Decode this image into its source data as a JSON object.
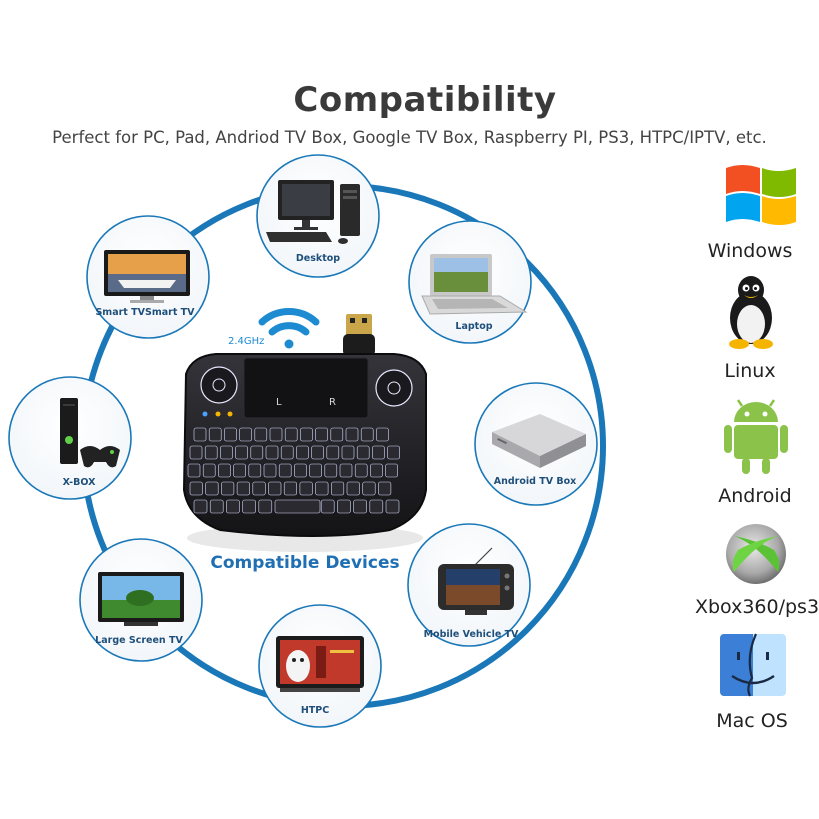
{
  "header": {
    "title": "Compatibility",
    "subtitle": "Perfect for PC, Pad, Andriod TV Box, Google TV Box, Raspberry PI, PS3, HTPC/IPTV, etc."
  },
  "center": {
    "compatible_label": "Compatible Devices",
    "wifi_label": "2.4GHz"
  },
  "devices": [
    {
      "label": "Desktop",
      "icon": "desktop-icon"
    },
    {
      "label": "Laptop",
      "icon": "laptop-icon"
    },
    {
      "label": "Android TV Box",
      "icon": "tv-box-icon"
    },
    {
      "label": "Mobile Vehicle TV",
      "icon": "vehicle-tv-icon"
    },
    {
      "label": "HTPC",
      "icon": "htpc-icon"
    },
    {
      "label": "Large Screen TV",
      "icon": "large-tv-icon"
    },
    {
      "label": "X-BOX",
      "icon": "xbox-console-icon"
    },
    {
      "label": "Smart TVSmart TV",
      "icon": "smart-tv-icon"
    }
  ],
  "systems": [
    {
      "label": "Windows",
      "icon": "windows-logo-icon"
    },
    {
      "label": "Linux",
      "icon": "linux-penguin-icon"
    },
    {
      "label": "Android",
      "icon": "android-robot-icon"
    },
    {
      "label": "Xbox360/ps3",
      "icon": "xbox-logo-icon"
    },
    {
      "label": "Mac OS",
      "icon": "mac-finder-icon"
    }
  ],
  "colors": {
    "ring": "#1a78b8",
    "title": "#3a3a3a",
    "accent": "#1f6fb2",
    "device_label": "#1e4f7a",
    "keyboard": "#1e1e22"
  }
}
